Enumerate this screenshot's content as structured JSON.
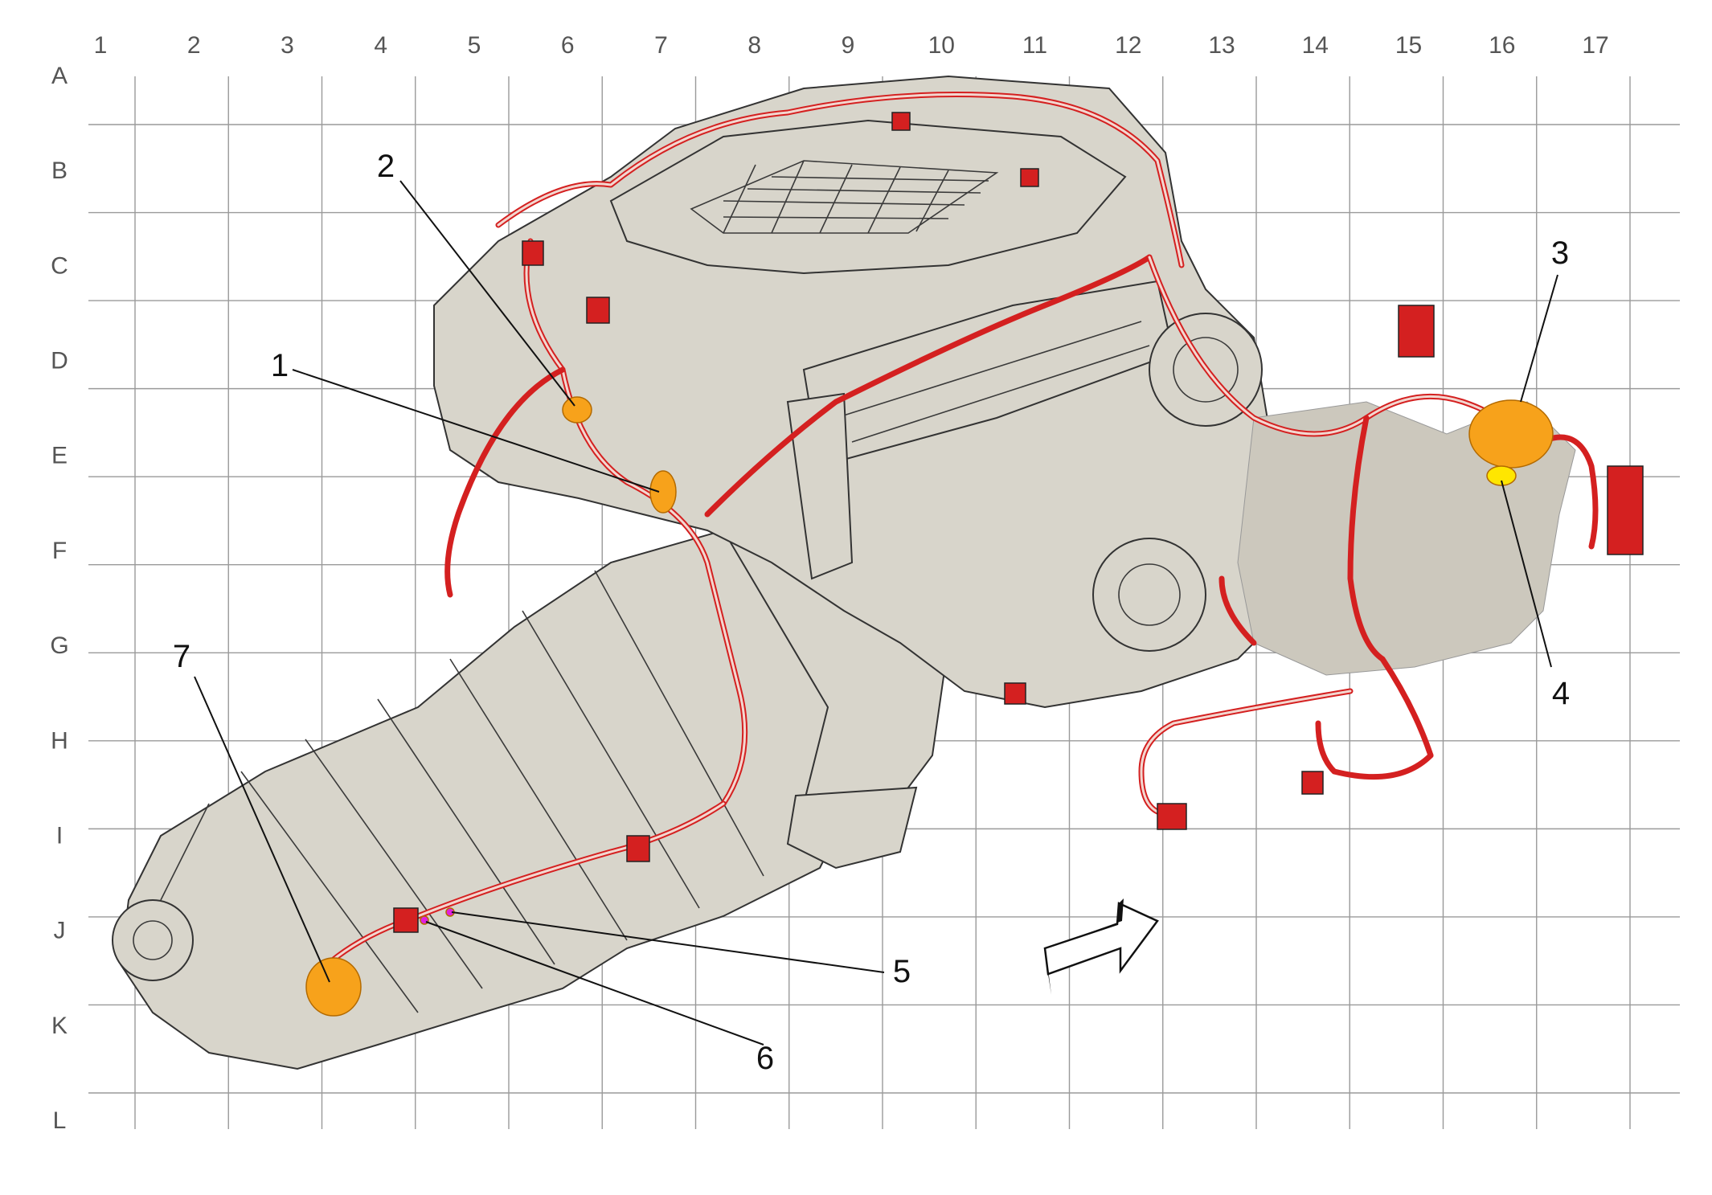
{
  "grid": {
    "columns": [
      "1",
      "2",
      "3",
      "4",
      "5",
      "6",
      "7",
      "8",
      "9",
      "10",
      "11",
      "12",
      "13",
      "14",
      "15",
      "16",
      "17"
    ],
    "rows": [
      "A",
      "B",
      "C",
      "D",
      "E",
      "F",
      "G",
      "H",
      "I",
      "J",
      "K",
      "L"
    ]
  },
  "callouts": [
    {
      "label": "1",
      "color": "#f7a21b"
    },
    {
      "label": "2",
      "color": "#f7a21b"
    },
    {
      "label": "3",
      "color": "#f7a21b"
    },
    {
      "label": "4",
      "color": "#ffe600"
    },
    {
      "label": "5",
      "color": "#e020e0"
    },
    {
      "label": "6",
      "color": "#e020e0"
    },
    {
      "label": "7",
      "color": "#f7a21b"
    }
  ],
  "colors": {
    "harness": "#d42020",
    "engine_body": "#d8d5cb",
    "grid": "#9a9a9a",
    "connector_highlight": "#f7a21b",
    "ground_highlight": "#ffe600",
    "splice_highlight": "#e020e0"
  },
  "icons": {
    "direction_arrow": "forward-arrow-icon"
  }
}
